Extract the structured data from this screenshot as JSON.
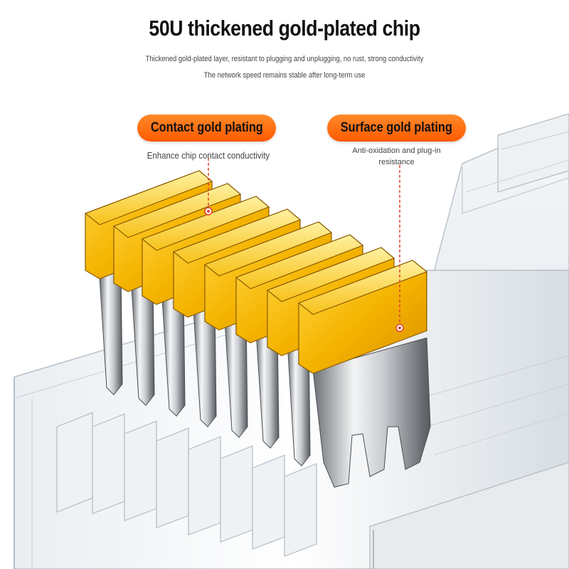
{
  "headline": "50U thickened gold-plated chip",
  "subtitle_line1": "Thickened gold-plated layer, resistant to plugging and unplugging, no rust, strong conductivity",
  "subtitle_line2": "The network speed remains stable after long-term use",
  "callouts": [
    {
      "label": "Contact gold plating",
      "description": "Enhance chip contact conductivity"
    },
    {
      "label": "Surface gold plating",
      "description": "Anti-oxidation and plug-in resistance"
    }
  ],
  "colors": {
    "accent_orange": "#ff6a10",
    "gold": "#f2b20a",
    "callout_line": "#e0402a"
  }
}
